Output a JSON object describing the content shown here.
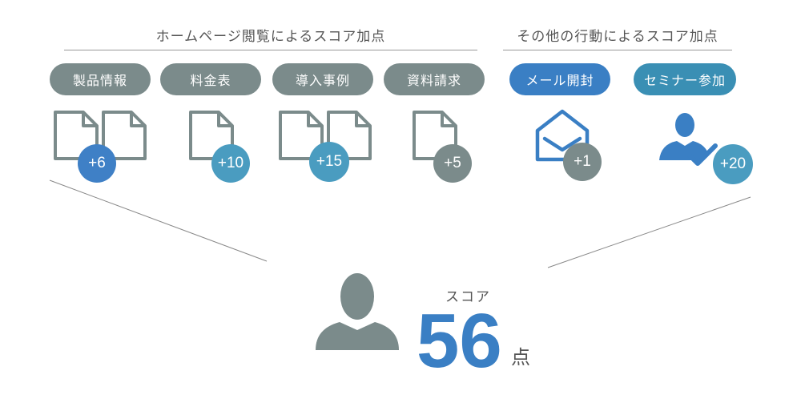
{
  "homepage_section": {
    "title": "ホームページ閲覧によるスコア加点",
    "items": [
      {
        "label": "製品情報",
        "points": "+6"
      },
      {
        "label": "料金表",
        "points": "+10"
      },
      {
        "label": "導入事例",
        "points": "+15"
      },
      {
        "label": "資料請求",
        "points": "+5"
      }
    ]
  },
  "other_section": {
    "title": "その他の行動によるスコア加点",
    "items": [
      {
        "label": "メール開封",
        "points": "+1"
      },
      {
        "label": "セミナー参加",
        "points": "+20"
      }
    ]
  },
  "score": {
    "label": "スコア",
    "value": "56",
    "unit": "点"
  },
  "colors": {
    "blue": "#3a7fc4",
    "teal": "#4a9cc0",
    "gray": "#7b8b8b"
  }
}
